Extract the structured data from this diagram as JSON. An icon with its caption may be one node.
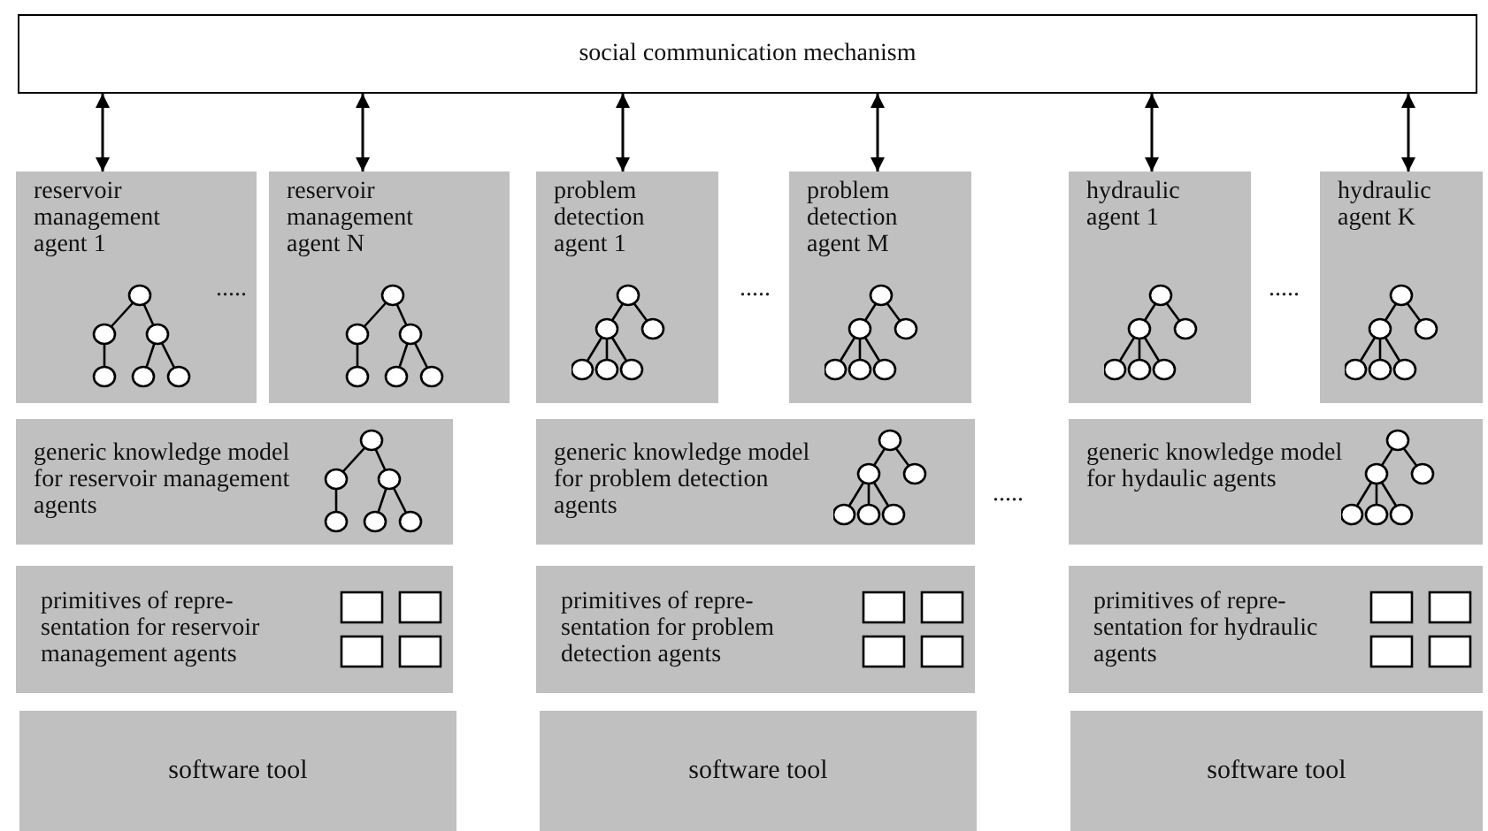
{
  "diagram": {
    "nodes": [
      {
        "text": [
          "social communication mechanism"
        ]
      },
      {
        "text": [
          "reservoir management agent 1"
        ]
      },
      {
        "text": [
          "reservoir management agent N"
        ]
      },
      {
        "text": [
          "problem detection agent 1"
        ]
      },
      {
        "text": [
          "problem detection agent M"
        ]
      },
      {
        "text": [
          "hydraulic agent 1"
        ]
      },
      {
        "text": [
          "hydraulic agent K"
        ]
      },
      {
        "text": [
          "generic knowledge model for reservoir management agents"
        ]
      },
      {
        "text": [
          "generic knowledge model for problem detection agents"
        ]
      },
      {
        "text": [
          "generic knowledge model for hydaulic agents"
        ]
      },
      {
        "text": [
          "primitives of repre- sentation for reservoir management agents"
        ]
      },
      {
        "text": [
          "primitives of repre- sentation for problem detection agents"
        ]
      },
      {
        "text": [
          "primitives of repre- sentation for hydraulic agents"
        ]
      },
      {
        "text": [
          "software tool"
        ]
      },
      {
        "text": [
          "software tool"
        ]
      },
      {
        "text": [
          "software tool"
        ]
      }
    ],
    "edges": [
      {
        "from": 0,
        "to": 1,
        "arrow": "both"
      },
      {
        "from": 0,
        "to": 2,
        "arrow": "both"
      },
      {
        "from": 0,
        "to": 3,
        "arrow": "both"
      },
      {
        "from": 0,
        "to": 4,
        "arrow": "both"
      },
      {
        "from": 0,
        "to": 5,
        "arrow": "both"
      },
      {
        "from": 0,
        "to": 6,
        "arrow": "both"
      }
    ],
    "labels": [
      ".....",
      ".....",
      ".....",
      "....."
    ]
  }
}
